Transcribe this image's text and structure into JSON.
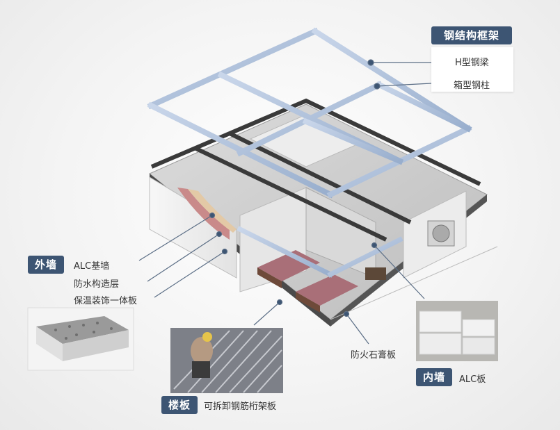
{
  "frame": {
    "title": "钢结构框架",
    "items": [
      "H型钢梁",
      "箱型钢柱"
    ]
  },
  "exterior_wall": {
    "title": "外墙",
    "items": [
      "ALC基墙",
      "防水构造层",
      "保温装饰一体板"
    ]
  },
  "floor_slab": {
    "title": "楼板",
    "item": "可拆卸钢筋桁架板"
  },
  "fire_board": "防火石膏板",
  "interior_wall": {
    "title": "内墙",
    "item": "ALC板"
  }
}
